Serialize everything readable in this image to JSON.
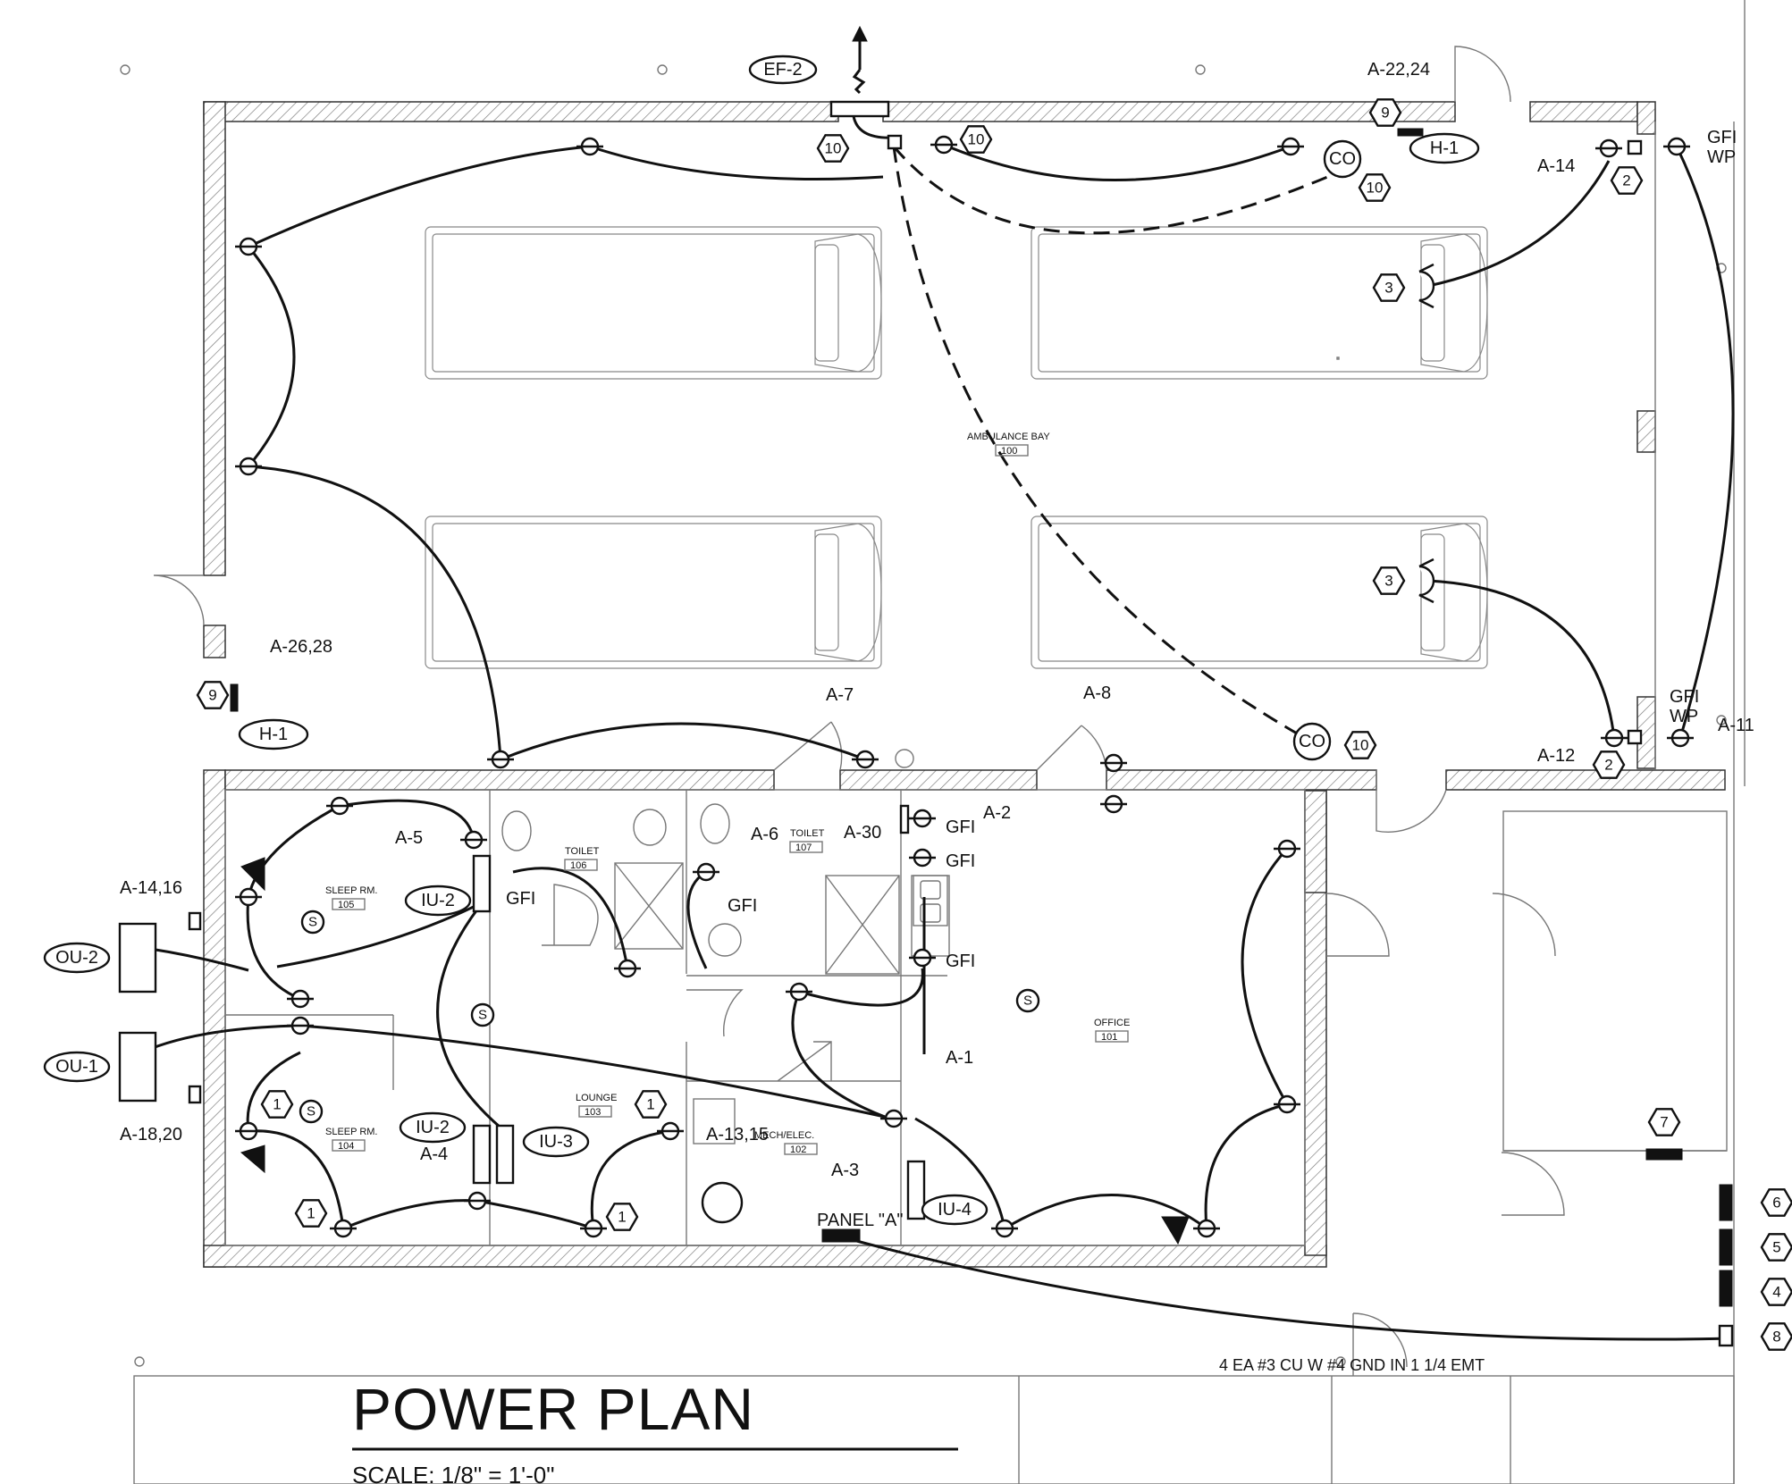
{
  "title": "POWER PLAN",
  "scale": "SCALE:  1/8\" = 1'-0\"",
  "feeder_note": "4 EA #3 CU W #4 GND IN 1 1/4 EMT",
  "rooms": [
    {
      "name": "AMBULANCE BAY",
      "number": "100"
    },
    {
      "name": "OFFICE",
      "number": "101"
    },
    {
      "name": "MECH/ELEC.",
      "number": "102"
    },
    {
      "name": "LOUNGE",
      "number": "103"
    },
    {
      "name": "SLEEP RM.",
      "number": "104"
    },
    {
      "name": "SLEEP RM.",
      "number": "105"
    },
    {
      "name": "TOILET",
      "number": "106"
    },
    {
      "name": "TOILET",
      "number": "107"
    }
  ],
  "equipment_tags": {
    "ef2": "EF-2",
    "h1_top": "H-1",
    "h1_left": "H-1",
    "ou2": "OU-2",
    "ou1": "OU-1",
    "iu2_a": "IU-2",
    "iu2_b": "IU-2",
    "iu3": "IU-3",
    "iu4": "IU-4",
    "panel": "PANEL \"A\"",
    "co_top": "CO",
    "co_bottom": "CO"
  },
  "circuits": {
    "a2224": "A-22,24",
    "a14": "A-14",
    "a2628": "A-26,28",
    "a7": "A-7",
    "a8": "A-8",
    "a12": "A-12",
    "a11": "A-11",
    "a5": "A-5",
    "a6": "A-6",
    "a30": "A-30",
    "a2": "A-2",
    "a1416": "A-14,16",
    "a1820": "A-18,20",
    "a1": "A-1",
    "a4": "A-4",
    "a1315": "A-13,15",
    "a3": "A-3"
  },
  "labels": {
    "gfi": "GFI",
    "wp": "WP",
    "switch": "S"
  },
  "keynotes": {
    "n1": "1",
    "n2": "2",
    "n3": "3",
    "n4": "4",
    "n5": "5",
    "n6": "6",
    "n7": "7",
    "n8": "8",
    "n9": "9",
    "n10": "10"
  }
}
